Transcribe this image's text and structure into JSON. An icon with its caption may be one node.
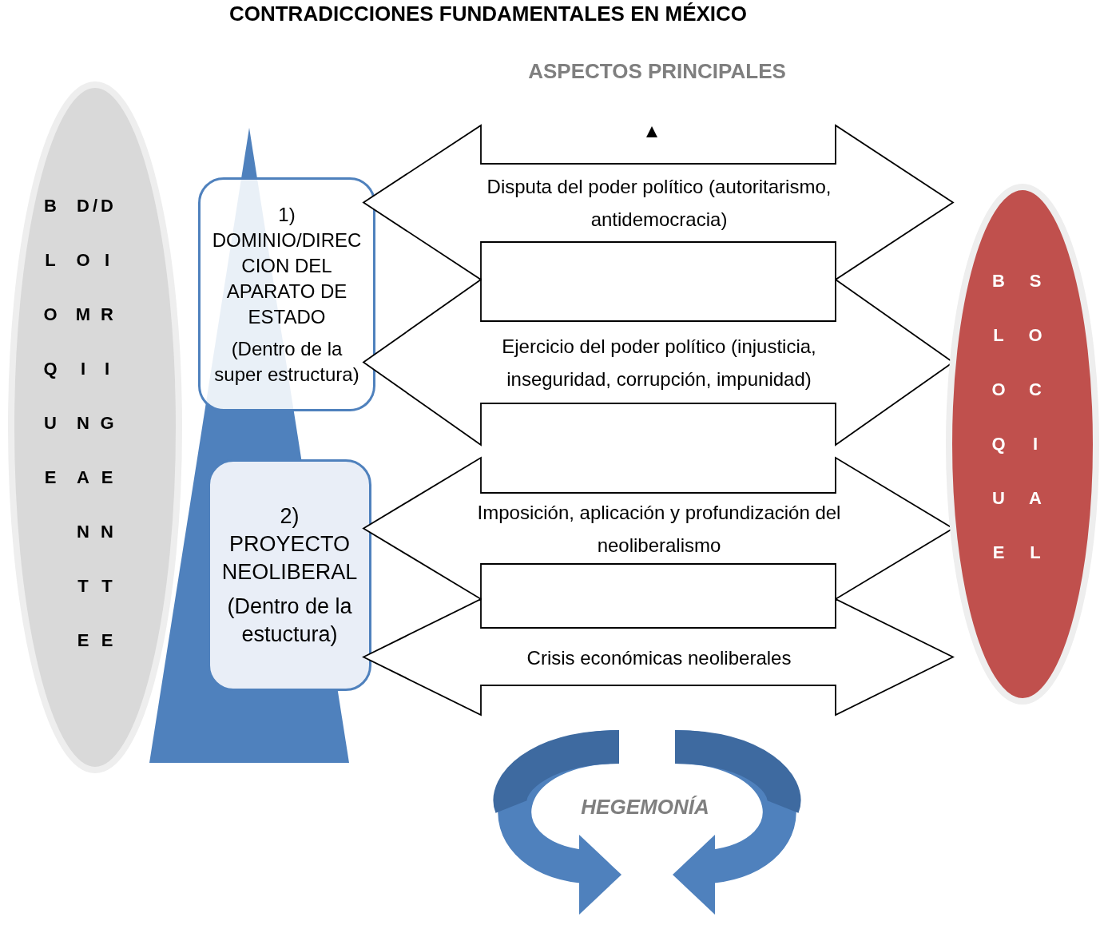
{
  "diagram": {
    "title": "CONTRADICCIONES FUNDAMENTALES EN MÉXICO",
    "nodes": [
      {
        "text": [
          "BLOQUE",
          "DOMINANTE",
          "/",
          "DIRIGENTE"
        ]
      },
      {
        "text": [
          "1) DOMINIO/DIRECCION DEL APARATO DE ESTADO",
          "(Dentro de la super estructura)"
        ]
      },
      {
        "text": [
          "2) PROYECTO NEOLIBERAL",
          "(Dentro de la estuctura)"
        ]
      },
      {
        "text": [
          "Disputa del poder político (autoritarismo, antidemocracia)"
        ]
      },
      {
        "text": [
          "Ejercicio del poder político (injusticia, inseguridad, corrupción, impunidad)"
        ]
      },
      {
        "text": [
          "Imposición, aplicación y profundización del neoliberalismo"
        ]
      },
      {
        "text": [
          "Crisis económicas neoliberales"
        ]
      },
      {
        "text": [
          "BLOQUE",
          "SOCIAL"
        ]
      },
      {
        "text": [
          "HEGEMONÍA"
        ]
      }
    ],
    "labels": [
      "ASPECTOS PRINCIPALES"
    ]
  }
}
